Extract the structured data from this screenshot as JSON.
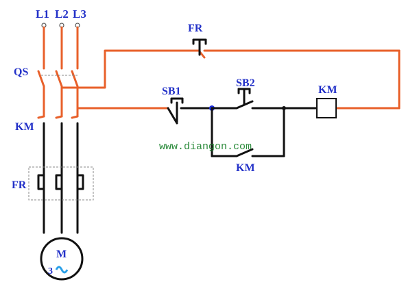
{
  "labels": {
    "l1": "L1",
    "l2": "L2",
    "l3": "L3",
    "qs": "QS",
    "km_main": "KM",
    "fr_main": "FR",
    "fr_control": "FR",
    "sb1": "SB1",
    "sb2": "SB2",
    "km_coil": "KM",
    "km_aux": "KM",
    "motor": "M",
    "motor_phase": "3"
  },
  "watermark": "www.diangon.com",
  "colors": {
    "power_wire": "#e8602a",
    "load_wire": "#111111",
    "label": "#2230c8",
    "junction": "#1e2fe0"
  }
}
